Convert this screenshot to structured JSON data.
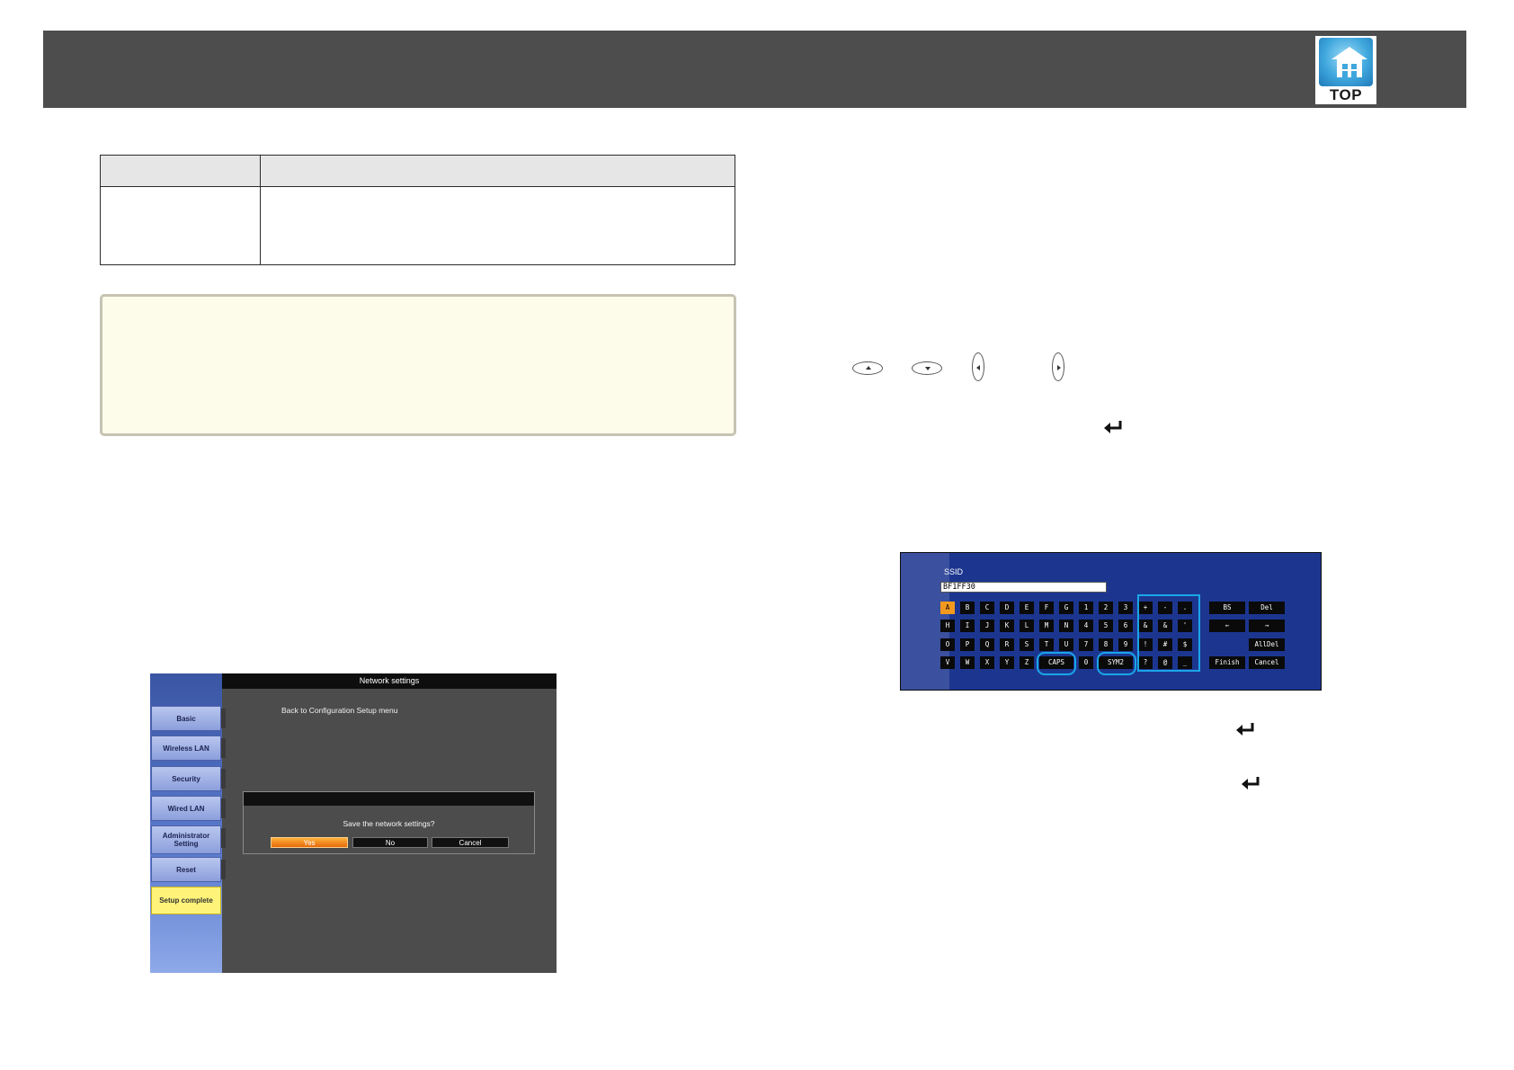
{
  "header": {
    "top_label": "TOP"
  },
  "network_dialog": {
    "window_title": "Network settings",
    "sidebar_items": [
      "Basic",
      "Wireless LAN",
      "Security",
      "Wired LAN",
      "Administrator Setting",
      "Reset",
      "Setup complete"
    ],
    "selected_item": "Setup complete",
    "back_text": "Back to Configuration Setup menu",
    "confirm_message": "Save the network settings?",
    "buttons": {
      "yes": "Yes",
      "no": "No",
      "cancel": "Cancel"
    }
  },
  "soft_keyboard": {
    "title": "SSID",
    "field_value": "BF1FF30",
    "rows": [
      [
        "A",
        "B",
        "C",
        "D",
        "E",
        "F",
        "G",
        "1",
        "2",
        "3",
        "+",
        "-",
        "."
      ],
      [
        "H",
        "I",
        "J",
        "K",
        "L",
        "M",
        "N",
        "4",
        "5",
        "6",
        "&",
        "&",
        "'"
      ],
      [
        "O",
        "P",
        "Q",
        "R",
        "S",
        "T",
        "U",
        "7",
        "8",
        "9",
        "!",
        "#",
        "$"
      ],
      [
        "V",
        "W",
        "X",
        "Y",
        "Z",
        "CAPS",
        "0",
        "SYM2",
        "?",
        "@",
        "_"
      ]
    ],
    "side_keys": {
      "bs": "BS",
      "del": "Del",
      "left": "←",
      "right": "→",
      "alldel": "AllDel",
      "finish": "Finish",
      "cancel": "Cancel"
    }
  },
  "icons": {
    "top_button": "top-home-icon",
    "remote_up": "up-button-icon",
    "remote_down": "down-button-icon",
    "remote_left": "left-button-icon",
    "remote_right": "right-button-icon",
    "enter": "enter-icon"
  },
  "colors": {
    "header_bg": "#4d4d4d",
    "note_bg": "#fdfbe9",
    "highlight": "#1aa6e8",
    "selected_key": "#f39a1e"
  }
}
